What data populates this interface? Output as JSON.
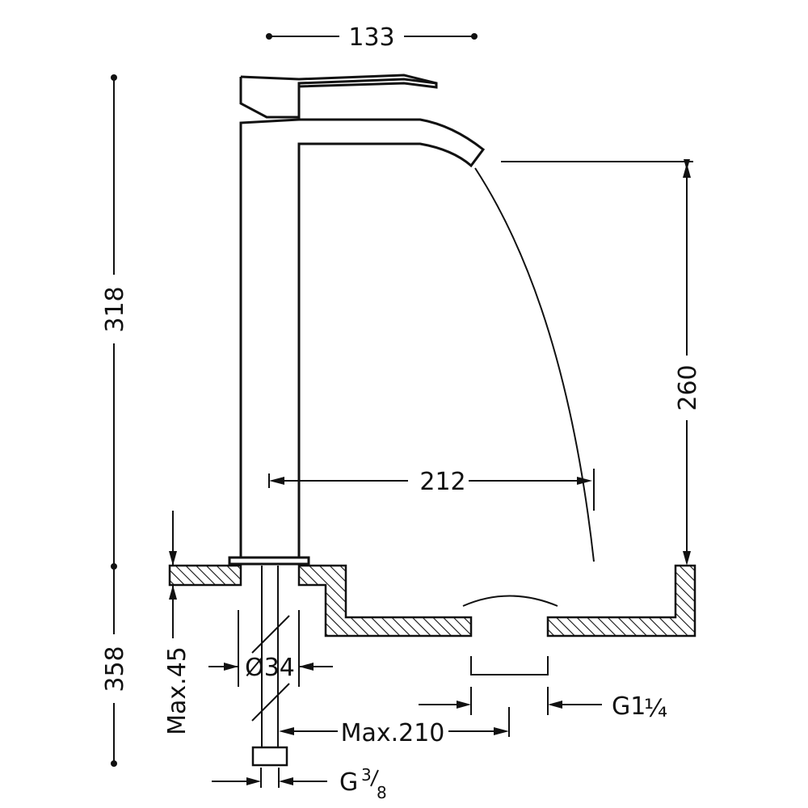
{
  "dimensions": {
    "width_top": "133",
    "height_total": "318",
    "height_spout": "260",
    "reach": "212",
    "max_thickness": "Max.45",
    "hole_diameter": "Ø34",
    "max_hose": "Max.210",
    "height_overall": "358",
    "waste_thread": "G1",
    "waste_thread_fraction": "¼",
    "inlet_thread": "G",
    "inlet_thread_num": "3",
    "inlet_thread_den": "8"
  },
  "colors": {
    "ink": "#111111",
    "background": "#ffffff"
  }
}
